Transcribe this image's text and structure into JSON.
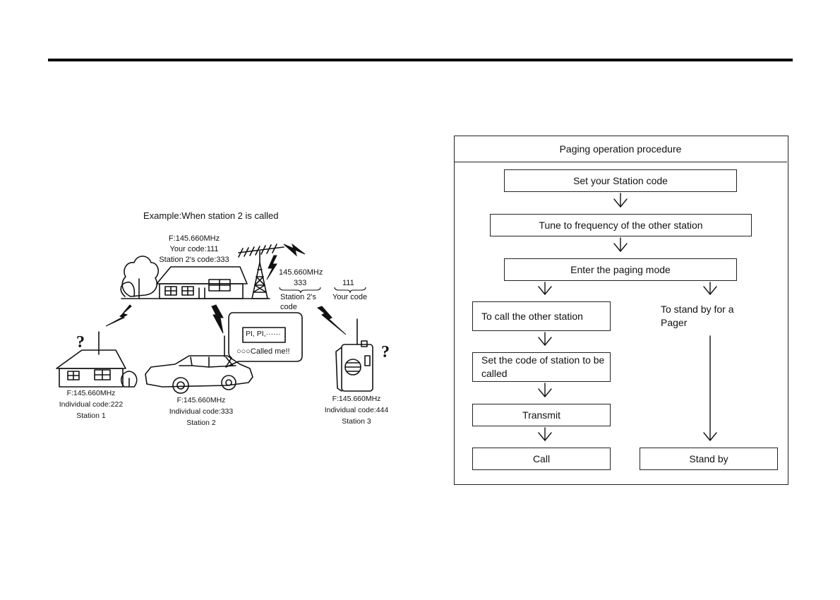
{
  "illustration": {
    "example_title": "Example:When station 2 is called",
    "caller": {
      "freq": "F:145.660MHz",
      "your_code": "Your code:111",
      "station2_code": "Station 2's code:333"
    },
    "signal": {
      "freq": "145.660MHz",
      "code_333": "333",
      "station2_label": "Station 2's",
      "code_word": "code",
      "code_111": "111",
      "your_code": "Your code"
    },
    "station1": {
      "freq": "F:145.660MHz",
      "code": "Individual code:222",
      "name": "Station 1"
    },
    "station2": {
      "freq": "F:145.660MHz",
      "code": "Individual code:333",
      "name": "Station 2"
    },
    "station3": {
      "freq": "F:145.660MHz",
      "code": "Individual code:444",
      "name": "Station 3"
    },
    "display_text": "PI, PI,······",
    "speech_text": "○○○Called me!!",
    "question_mark": "?"
  },
  "flowchart": {
    "title": "Paging operation procedure",
    "step_set_code": "Set your Station code",
    "step_tune": "Tune to frequency of the other station",
    "step_enter": "Enter the paging mode",
    "left_call_other": "To call the other station",
    "left_set_code": "Set the code of station to be called",
    "left_transmit": "Transmit",
    "left_call": "Call",
    "right_standby_for": "To stand by for a Pager",
    "right_stand_by": "Stand by"
  }
}
